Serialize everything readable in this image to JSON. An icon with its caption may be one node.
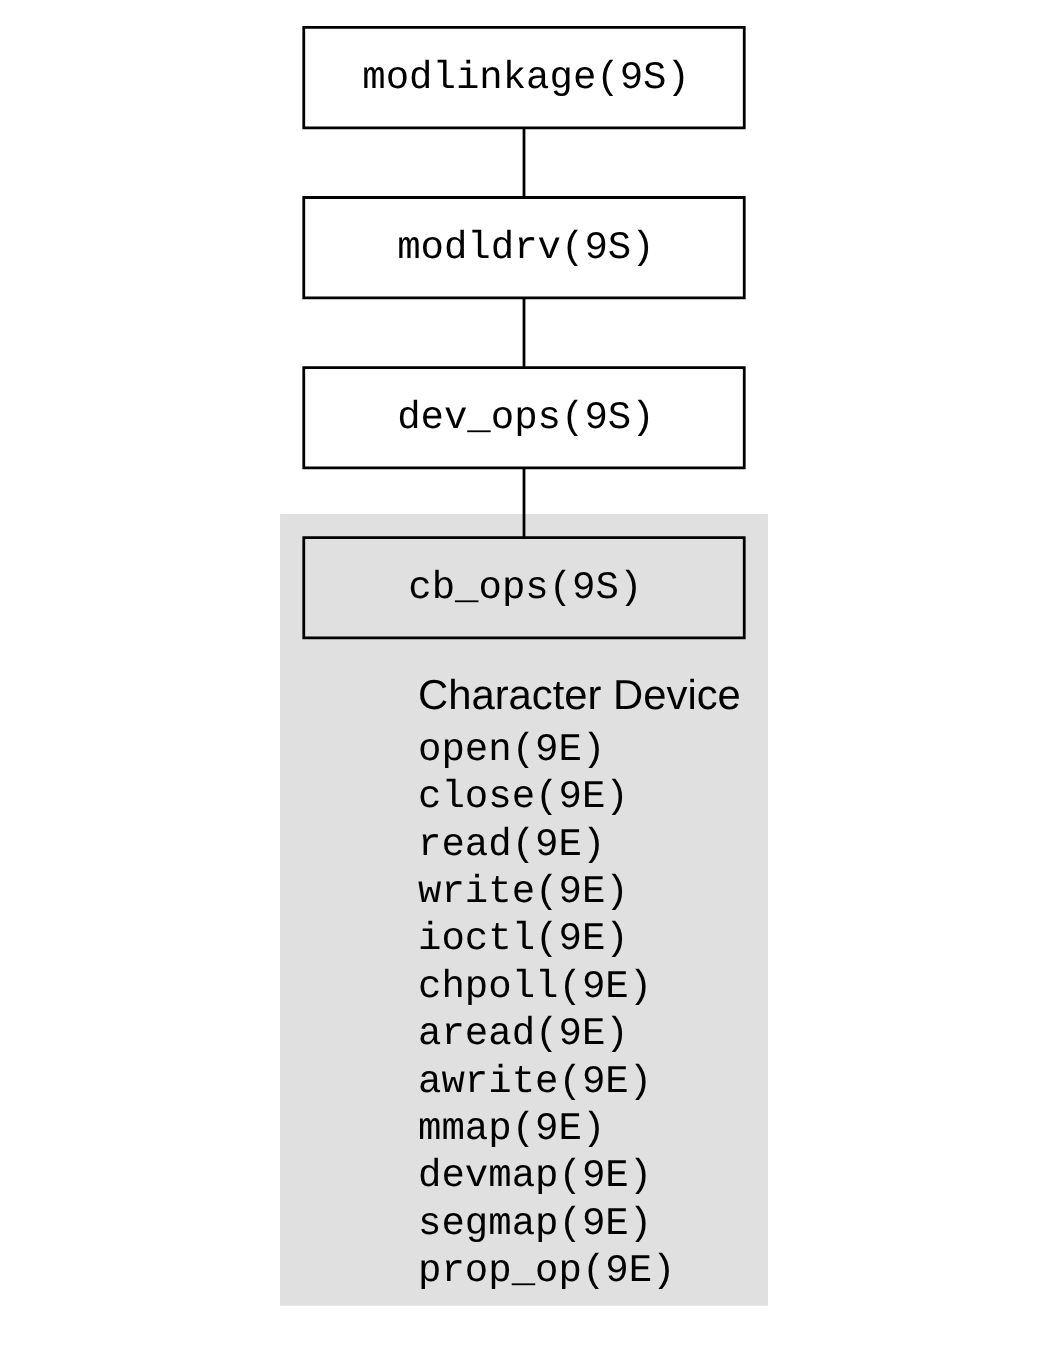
{
  "diagram": {
    "nodes": [
      {
        "text": [
          "modlinkage(9S)"
        ]
      },
      {
        "text": [
          "modldrv(9S)"
        ]
      },
      {
        "text": [
          "dev_ops(9S)"
        ]
      },
      {
        "text": [
          "Character Device",
          "open(9E)",
          "close(9E)",
          "read(9E)",
          "write(9E)",
          "ioctl(9E)",
          "chpoll(9E)",
          "aread(9E)",
          "awrite(9E)",
          "mmap(9E)",
          "devmap(9E)",
          "segmap(9E)",
          "prop_op(9E)"
        ]
      },
      {
        "text": [
          "cb_ops(9S)"
        ],
        "in": 3
      }
    ],
    "edges": [
      {
        "from": 0,
        "to": 1,
        "arrow": "none"
      },
      {
        "from": 1,
        "to": 2,
        "arrow": "none"
      },
      {
        "from": 2,
        "to": 4,
        "arrow": "none"
      }
    ]
  }
}
